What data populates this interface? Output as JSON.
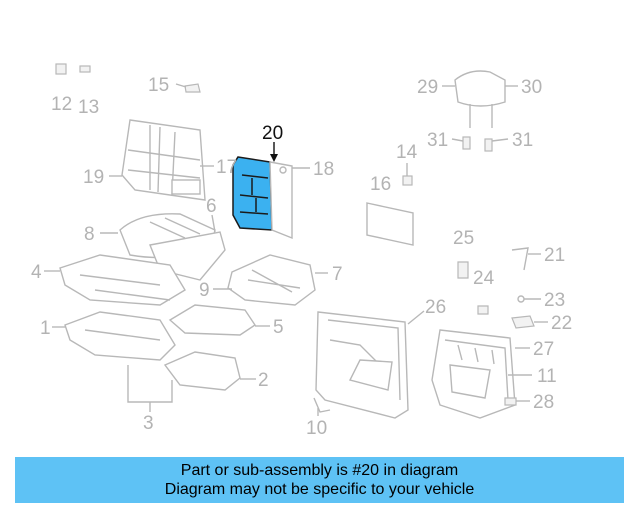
{
  "diagram": {
    "highlight_color": "#3bb1f0",
    "highlighted_part": "20",
    "part_labels": [
      "1",
      "2",
      "3",
      "4",
      "5",
      "6",
      "7",
      "8",
      "9",
      "10",
      "11",
      "12",
      "13",
      "14",
      "15",
      "16",
      "17",
      "18",
      "19",
      "20",
      "21",
      "22",
      "23",
      "24",
      "25",
      "26",
      "27",
      "28",
      "29",
      "30",
      "31",
      "31"
    ]
  },
  "caption": {
    "background": "#5ec2f5",
    "line1": "Part or sub-assembly is #20 in diagram",
    "line2": "Diagram may not be specific to your vehicle"
  }
}
